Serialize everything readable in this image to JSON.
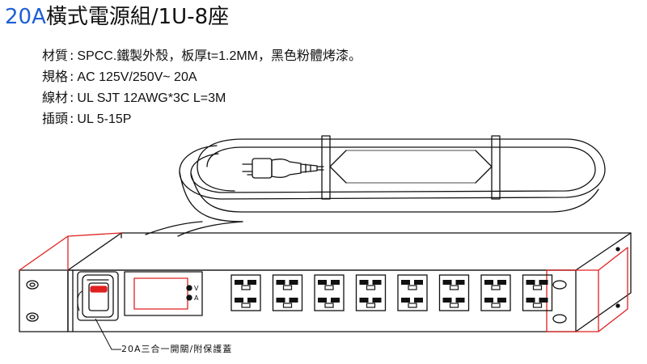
{
  "title": {
    "accent": "20A",
    "rest": "橫式電源組/1U-8座"
  },
  "specs": [
    {
      "label": "材質",
      "sep": ":",
      "value": "SPCC.鐵製外殼，板厚t=1.2MM，黑色粉體烤漆。"
    },
    {
      "label": "規格",
      "sep": ":",
      "value": "AC 125V/250V~  20A"
    },
    {
      "label": "線材",
      "sep": ":",
      "value": "UL SJT 12AWG*3C L=3M"
    },
    {
      "label": "插頭",
      "sep": ":",
      "value": "UL 5-15P"
    }
  ],
  "callout": "20A三合一開關/附保護蓋",
  "switch_indicators": [
    "V",
    "A"
  ],
  "outlet_count": 8,
  "colors": {
    "accent": "#1f5fd6",
    "highlight": "#e02020",
    "line": "#111111"
  }
}
